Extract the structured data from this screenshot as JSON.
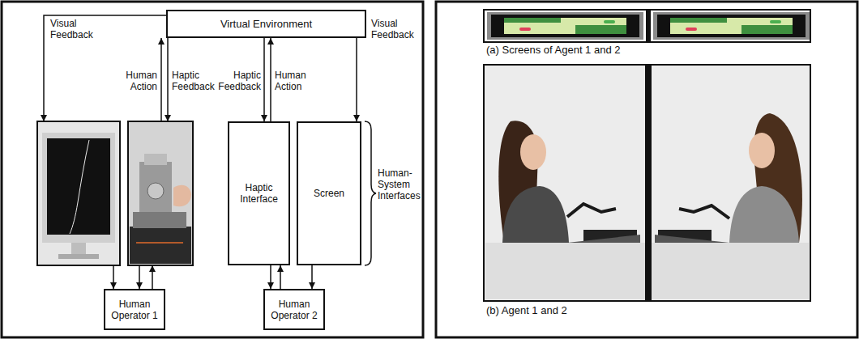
{
  "diagram": {
    "nodes": [
      {
        "text": [
          "Virtual Environment"
        ]
      },
      {
        "text": [
          "Haptic Interface"
        ]
      },
      {
        "text": [
          "Screen"
        ]
      },
      {
        "text": [
          "Human Operator 1"
        ]
      },
      {
        "text": [
          "Human Operator 2"
        ]
      }
    ],
    "edges": [
      {
        "from": 0,
        "to": 2,
        "arrow": "to",
        "label": "Visual Feedback"
      },
      {
        "from": 0,
        "to": 1,
        "arrow": "to",
        "label": "Haptic Feedback"
      },
      {
        "from": 1,
        "to": 0,
        "arrow": "to",
        "label": "Human Action"
      },
      {
        "from": 1,
        "to": 4,
        "arrow": "to"
      },
      {
        "from": 4,
        "to": 1,
        "arrow": "to"
      },
      {
        "from": 2,
        "to": 4,
        "arrow": "to"
      }
    ],
    "labels": [
      "Visual Feedback",
      "Human Action",
      "Haptic Feedback",
      "Human-System Interfaces",
      "(a) Screens of Agent 1 and 2",
      "(b) Agent 1 and 2"
    ]
  }
}
